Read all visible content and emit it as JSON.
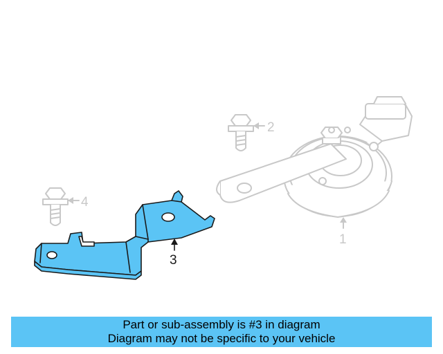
{
  "callouts": [
    {
      "number": "1",
      "part": "horn"
    },
    {
      "number": "2",
      "part": "horn-bolt"
    },
    {
      "number": "3",
      "part": "horn-bracket"
    },
    {
      "number": "4",
      "part": "bracket-bolt"
    }
  ],
  "highlighted_part": "3",
  "colors": {
    "highlight": "#5bc4f5",
    "faded_line": "#c8c8c8",
    "highlight_line": "#1a1a1a",
    "banner_bg": "#5bc4f5"
  },
  "banner": {
    "line1": "Part or sub-assembly is #3 in diagram",
    "line2": "Diagram may not be specific to your vehicle"
  }
}
